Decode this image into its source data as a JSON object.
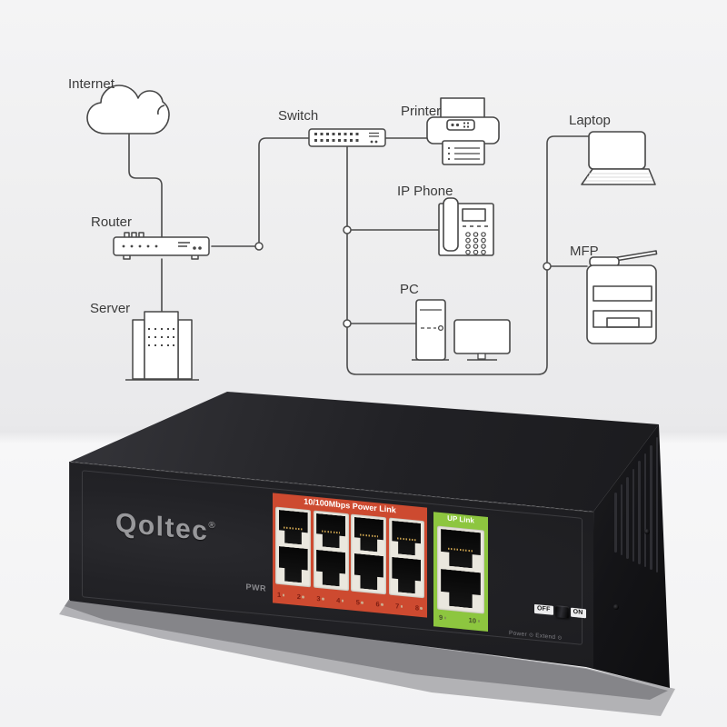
{
  "colors": {
    "accent_red": "#cd4a30",
    "accent_green": "#8dc63f",
    "diagram_line": "#4b4b4b",
    "device_black": "#1d1d20",
    "port_bezel_cream": "#eae7de",
    "logo_gray": "#98989b"
  },
  "diagram": {
    "labels": {
      "internet": "Internet",
      "router": "Router",
      "server": "Server",
      "switch": "Switch",
      "printer": "Printer",
      "ip_phone": "IP Phone",
      "pc": "PC",
      "laptop": "Laptop",
      "mfp": "MFP"
    }
  },
  "device": {
    "brand": "Qoltec",
    "brand_reg": "®",
    "pwr_label": "PWR",
    "poe_panel": {
      "label": "10/100Mbps Power Link",
      "ports": [
        "1",
        "2",
        "3",
        "4",
        "5",
        "6",
        "7",
        "8"
      ]
    },
    "uplink_panel": {
      "label": "UP Link",
      "ports": [
        "9",
        "10"
      ]
    },
    "power_switch": {
      "off_label": "OFF",
      "on_label": "ON"
    },
    "legend": {
      "power": "Power",
      "extend": "Extend",
      "indicator": "⊙"
    }
  }
}
